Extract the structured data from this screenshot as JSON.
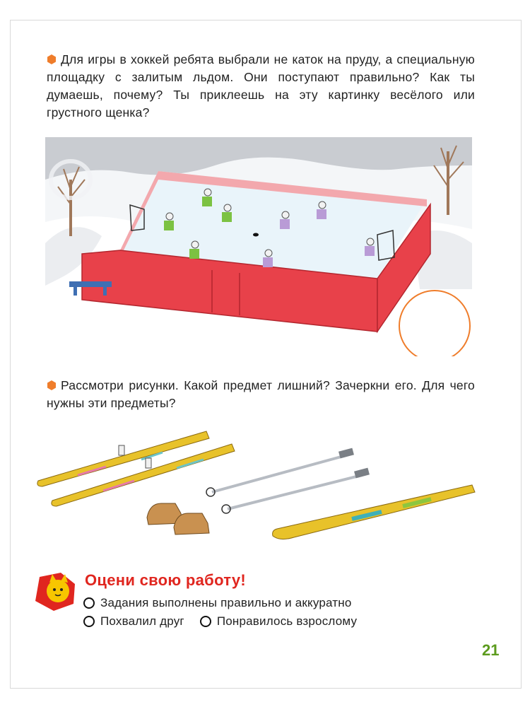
{
  "task1": {
    "text": "Для игры в хоккей ребята выбрали не каток на пруду, а специальную площадку с залитым льдом. Они поступают правильно? Как ты думаешь, почему? Ты приклеешь на эту картинку весёлого или грустного щенка?"
  },
  "task2": {
    "text": "Рассмотри рисунки. Какой предмет лишний? Зачеркни его. Для чего нужны эти предметы?"
  },
  "rate": {
    "title": "Оцени свою работу!",
    "options": [
      "Задания выполнены правильно и аккуратно",
      "Похвалил друг",
      "Понравилось взрослому"
    ]
  },
  "page_number": "21",
  "colors": {
    "bullet": "#ef7d2b",
    "title": "#e0261f",
    "page_number": "#5c9b1e",
    "rink_wall": "#e8414a",
    "ice": "#e9f4fa",
    "ski": "#e8c22a"
  }
}
